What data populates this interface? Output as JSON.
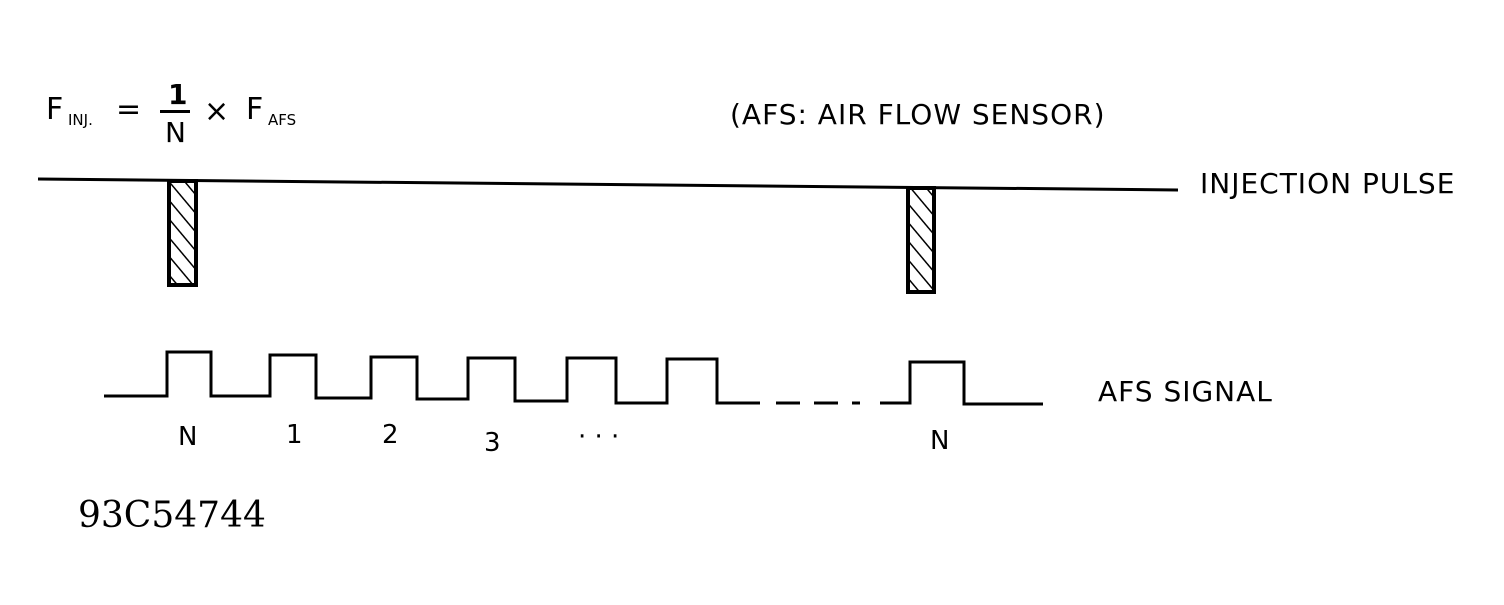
{
  "formula": {
    "lhs_symbol": "F",
    "lhs_subscript": "INJ.",
    "equals": "=",
    "numerator": "1",
    "denominator": "N",
    "times": "×",
    "rhs_symbol": "F",
    "rhs_subscript": "AFS"
  },
  "legend_note": "(AFS: AIR FLOW SENSOR)",
  "injection_label": "INJECTION PULSE",
  "afs_label": "AFS SIGNAL",
  "pulse_labels": [
    "N",
    "1",
    "2",
    "3",
    "· · ·",
    "N"
  ],
  "figure_code": "93C54744"
}
